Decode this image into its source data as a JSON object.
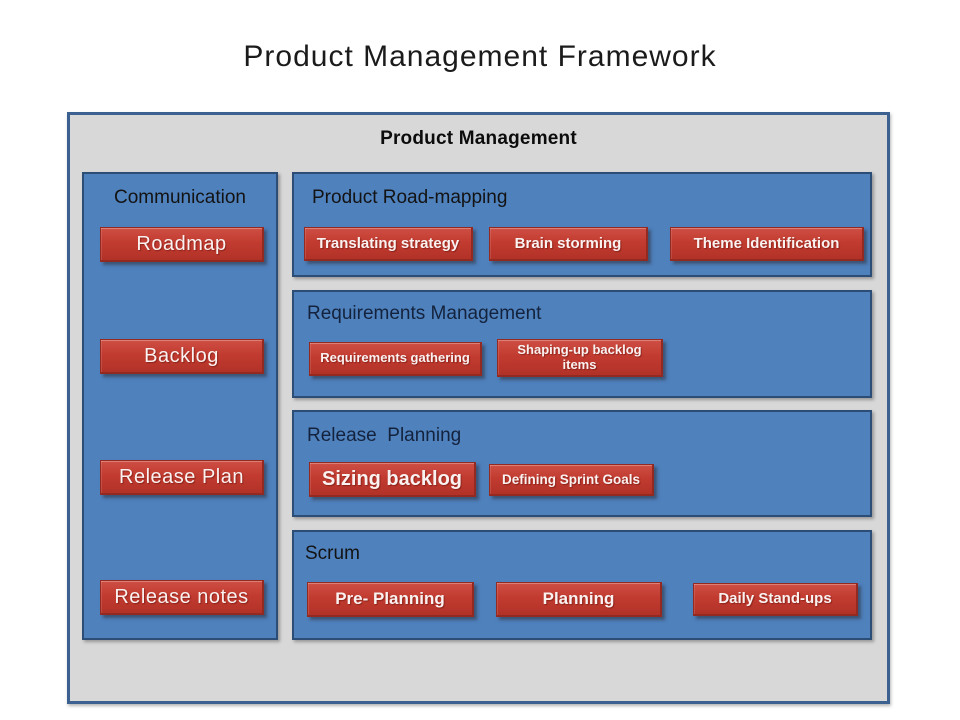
{
  "page_title": "Product Management Framework",
  "frame": {
    "title": "Product Management"
  },
  "communication": {
    "label": "Communication",
    "items": [
      "Roadmap",
      "Backlog",
      "Release Plan",
      "Release notes"
    ]
  },
  "rows": [
    {
      "label": "Product Road-mapping",
      "items": [
        "Translating strategy",
        "Brain storming",
        "Theme Identification"
      ]
    },
    {
      "label": "Requirements Management",
      "items": [
        "Requirements  gathering",
        "Shaping-up backlog items"
      ]
    },
    {
      "label": "Release  Planning",
      "items": [
        "Sizing backlog",
        "Defining Sprint Goals"
      ]
    },
    {
      "label": "Scrum",
      "items": [
        "Pre- Planning",
        "Planning",
        "Daily Stand-ups"
      ]
    }
  ],
  "colors": {
    "panel_blue": "#4F81BD",
    "panel_border": "#2C4D75",
    "node_red": "#C23B30",
    "frame_fill": "#D8D8D8",
    "frame_border": "#3C6090",
    "node_text": "#FAF2F1",
    "title_text": "#1B1B1B"
  }
}
